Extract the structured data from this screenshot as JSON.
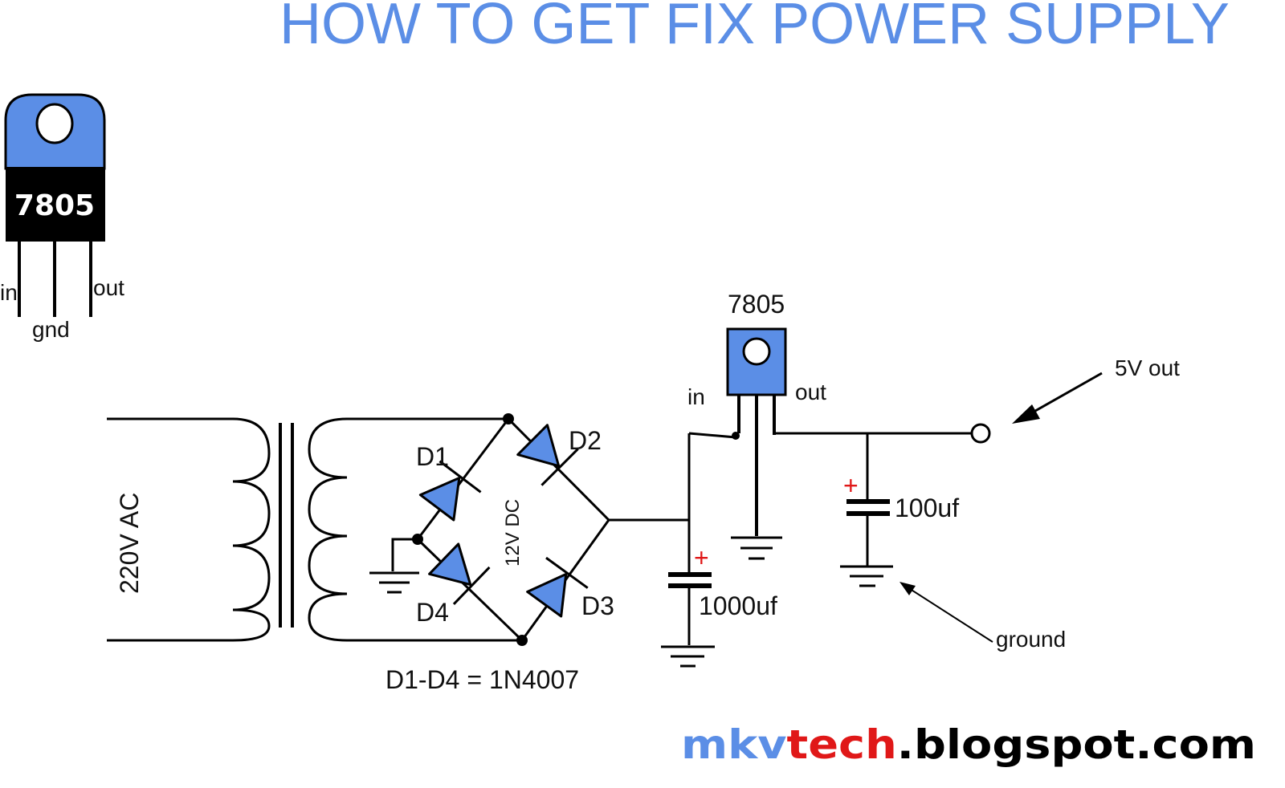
{
  "title": "HOW TO GET FIX POWER SUPPLY",
  "colors": {
    "title": "#5b8ee6",
    "component_blue": "#5b8ee6",
    "polarity_red": "#e01818",
    "watermark_blue": "#5b8ee6",
    "watermark_red": "#e01818",
    "watermark_black": "#000000"
  },
  "pinout": {
    "part": "7805",
    "pin_in": "in",
    "pin_gnd": "gnd",
    "pin_out": "out"
  },
  "circuit": {
    "ac_source": "220V AC",
    "rectifier_note": "12V DC",
    "diodes": {
      "d1": "D1",
      "d2": "D2",
      "d3": "D3",
      "d4": "D4"
    },
    "diode_part": "D1-D4 = 1N4007",
    "filter_cap": "1000uf",
    "output_cap": "100uf",
    "polarity": "+",
    "regulator": {
      "part": "7805",
      "pin_in": "in",
      "pin_out": "out"
    },
    "output_label": "5V out",
    "ground_label": "ground"
  },
  "watermark": {
    "part1": "mkv",
    "part2": "tech",
    "part3": ".blogspot.com"
  }
}
